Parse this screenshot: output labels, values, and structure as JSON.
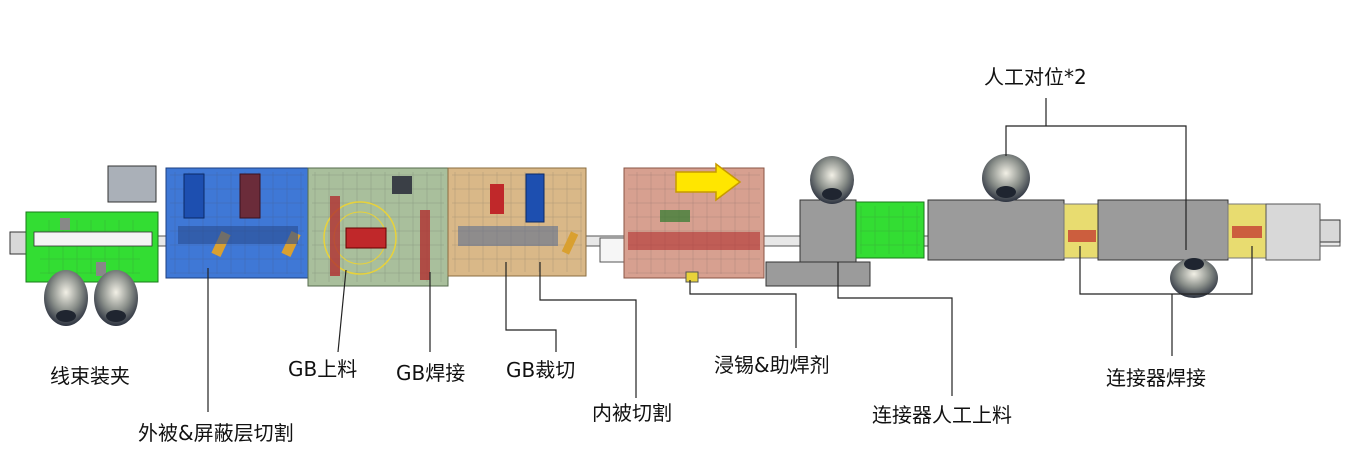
{
  "labels": {
    "harness_clamp": "线束装夹",
    "jacket_shield_cut": "外被&屏蔽层切割",
    "gb_loading": "GB上料",
    "gb_welding": "GB焊接",
    "gb_cutting": "GB裁切",
    "inner_jacket_cut": "内被切割",
    "tin_flux": "浸锡&助焊剂",
    "connector_manual_loading": "连接器人工上料",
    "manual_alignment": "人工对位*2",
    "connector_welding": "连接器焊接"
  },
  "colors": {
    "green_module": "#33dd33",
    "blue_module": "#3f78d6",
    "sage_module": "#a9bf9c",
    "tan_module": "#d9b888",
    "salmon_module": "#d7a090",
    "grey_module": "#9b9b9b",
    "yellow_arrow": "#ffe600",
    "leader_line": "#222222"
  }
}
